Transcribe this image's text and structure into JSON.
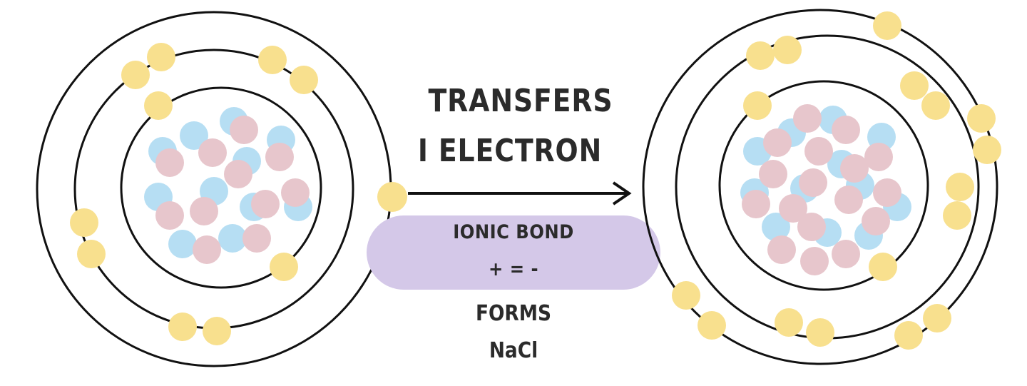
{
  "transfer_label": {
    "line1": "TRANSFERS",
    "line2": "I ELECTRON"
  },
  "bond_box": {
    "line1": "IONIC BOND",
    "line2": "+ = -"
  },
  "product_label": {
    "line1": "FORMS",
    "line2": "NaCl"
  },
  "colors": {
    "orbit": "#111111",
    "electron": "#f8e08e",
    "proton": "#e7c6cc",
    "neutron": "#b6def3",
    "bond_box": "#d4c8e8",
    "arrow": "#111111"
  }
}
